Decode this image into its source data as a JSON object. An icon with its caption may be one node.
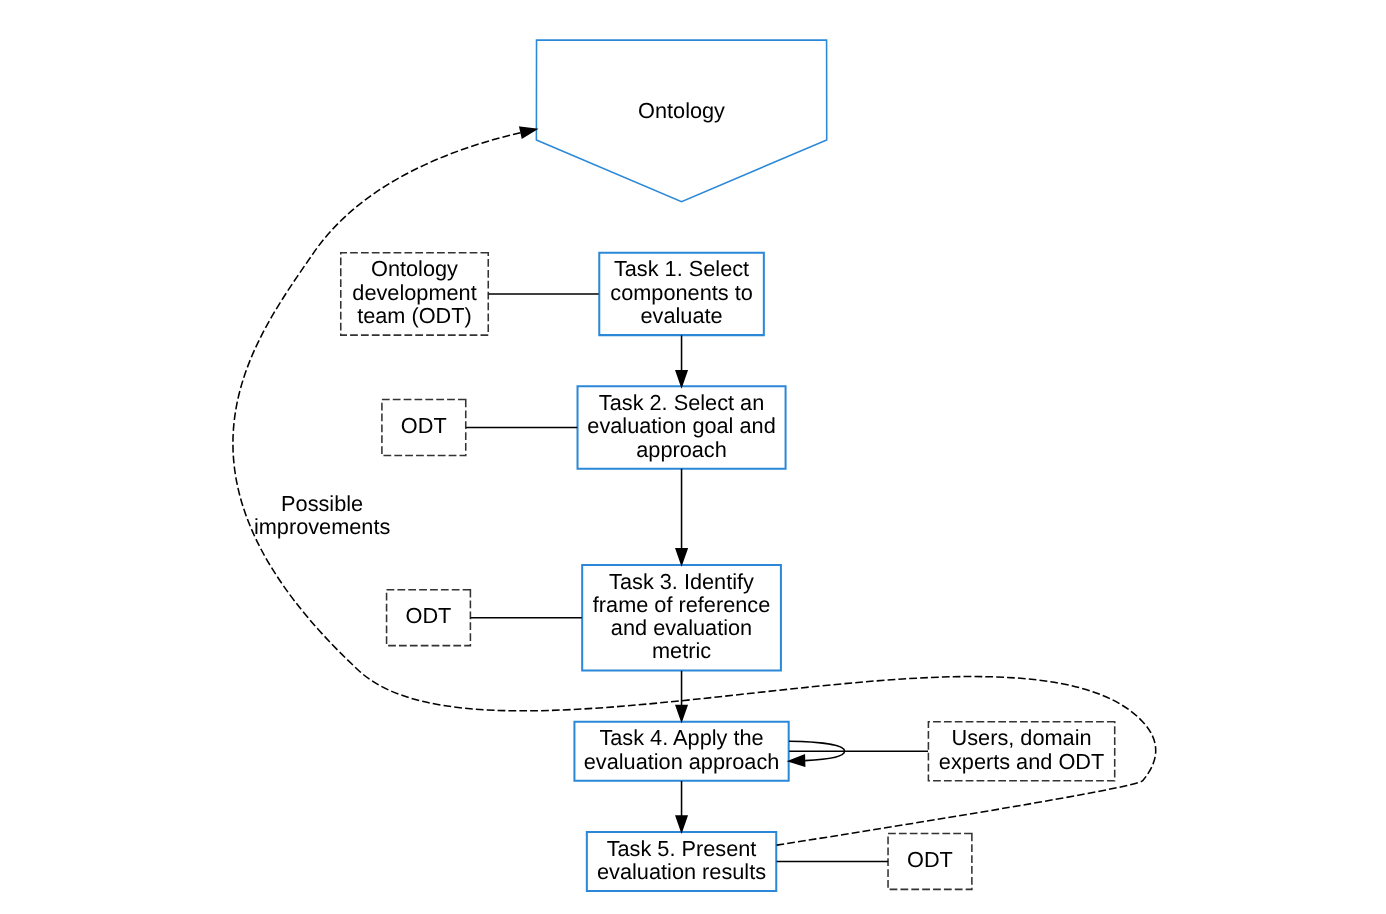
{
  "diagram": {
    "nodes": [
      {
        "text": [
          "Ontology"
        ]
      },
      {
        "text": [
          "Ontology development team (ODT)"
        ]
      },
      {
        "text": [
          "Task 1. Select components to evaluate"
        ]
      },
      {
        "text": [
          "ODT"
        ]
      },
      {
        "text": [
          "Task 2. Select an evaluation goal and approach"
        ]
      },
      {
        "text": [
          "ODT"
        ]
      },
      {
        "text": [
          "Task 3. Identify frame of reference and evaluation metric"
        ]
      },
      {
        "text": [
          "Task 4. Apply the evaluation approach"
        ]
      },
      {
        "text": [
          "Users, domain experts and ODT"
        ]
      },
      {
        "text": [
          "Task 5. Present evaluation results"
        ]
      },
      {
        "text": [
          "ODT"
        ]
      }
    ],
    "edges": [
      {
        "from": 1,
        "to": 2,
        "arrow": "none"
      },
      {
        "from": 2,
        "to": 4,
        "arrow": "to"
      },
      {
        "from": 3,
        "to": 4,
        "arrow": "none"
      },
      {
        "from": 4,
        "to": 6,
        "arrow": "to"
      },
      {
        "from": 5,
        "to": 6,
        "arrow": "none"
      },
      {
        "from": 6,
        "to": 7,
        "arrow": "to"
      },
      {
        "from": 7,
        "to": 7,
        "arrow": "to"
      },
      {
        "from": 7,
        "to": 8,
        "arrow": "none"
      },
      {
        "from": 7,
        "to": 9,
        "arrow": "to"
      },
      {
        "from": 9,
        "to": 10,
        "arrow": "none"
      },
      {
        "from": 9,
        "to": 0,
        "arrow": "to",
        "style": "dashed",
        "label": "Possible improvements"
      }
    ]
  }
}
